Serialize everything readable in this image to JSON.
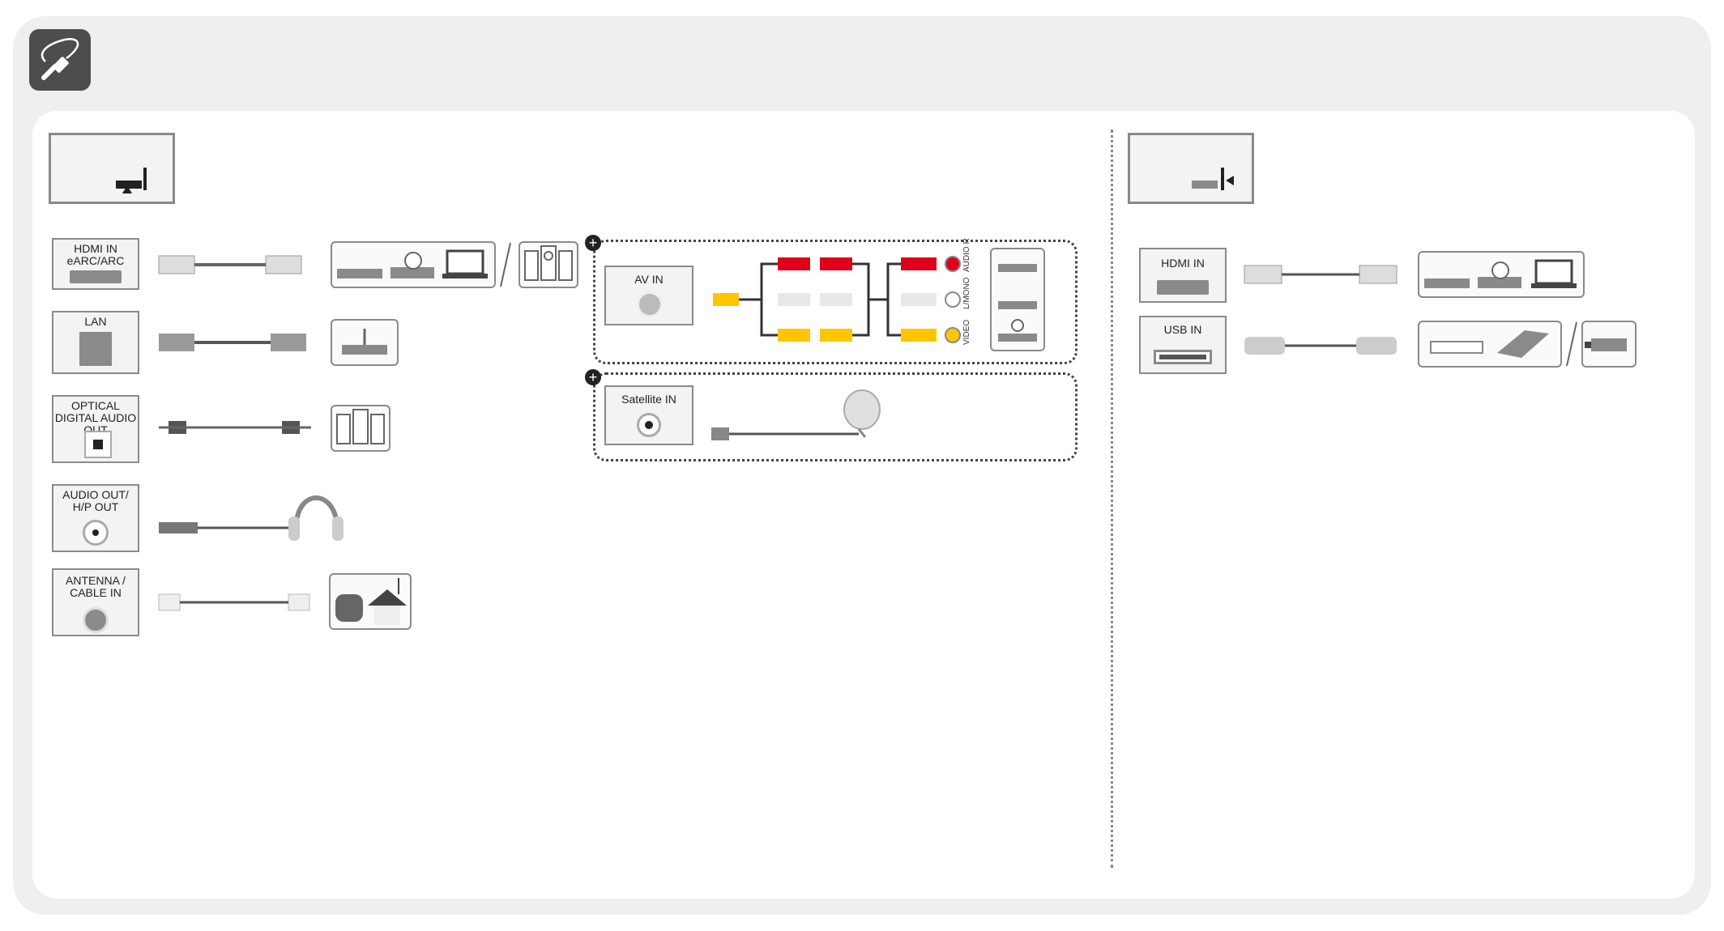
{
  "ports": {
    "hdmi_earc": "HDMI IN eARC/ARC",
    "lan": "LAN",
    "optical": "OPTICAL DIGITAL AUDIO OUT",
    "audio_out": "AUDIO OUT/ H/P OUT",
    "antenna": "ANTENNA / CABLE IN",
    "av_in": "AV IN",
    "satellite": "Satellite IN",
    "hdmi_in": "HDMI IN",
    "usb_in": "USB IN"
  },
  "av_jacks": {
    "audio_r": "AUDIO R",
    "l_mono": "L/MONO",
    "video": "VIDEO"
  },
  "colors": {
    "red": "#e0001a",
    "yellow": "#ffc600",
    "white": "#e8e8e8",
    "gray": "#8a8a8a",
    "dark": "#4d4d4d"
  }
}
